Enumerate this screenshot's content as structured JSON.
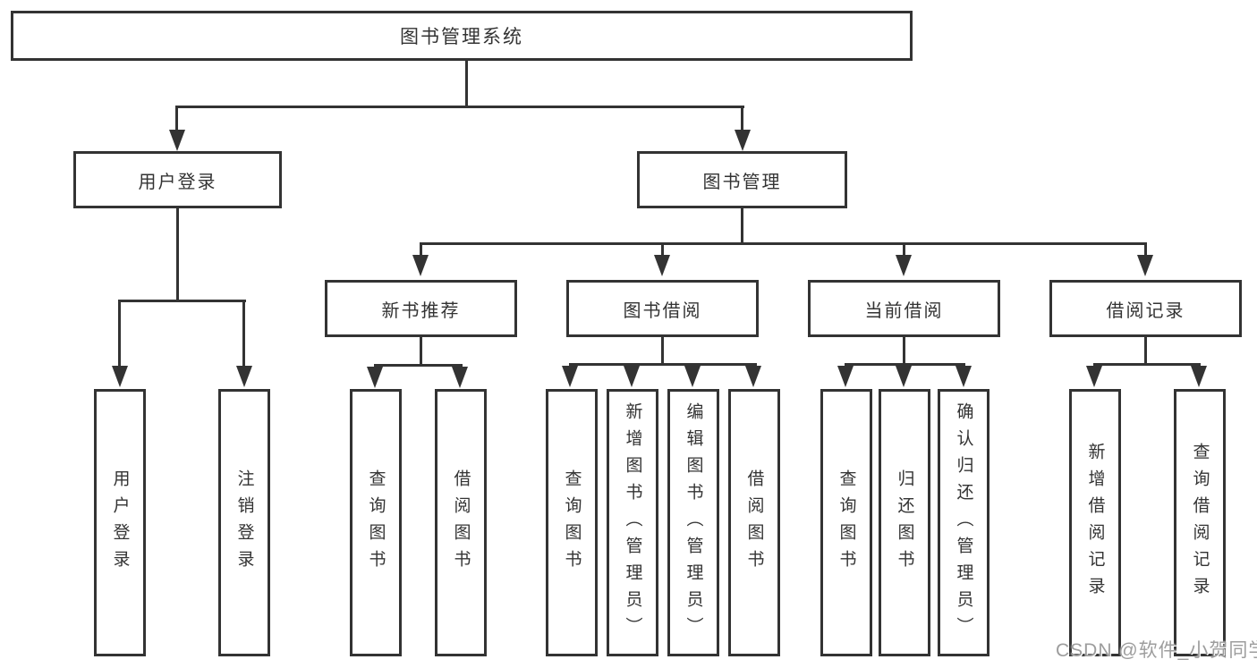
{
  "diagram": {
    "root": {
      "label": "图书管理系统"
    },
    "level2": [
      {
        "label": "用户登录"
      },
      {
        "label": "图书管理"
      }
    ],
    "level3": [
      {
        "label": "新书推荐"
      },
      {
        "label": "图书借阅"
      },
      {
        "label": "当前借阅"
      },
      {
        "label": "借阅记录"
      }
    ],
    "leaves": {
      "user_login": [
        "用户登录",
        "注销登录"
      ],
      "new_book": [
        "查询图书",
        "借阅图书"
      ],
      "book_borrow": [
        "查询图书",
        "新增图书（管理员）",
        "编辑图书（管理员）",
        "借阅图书"
      ],
      "current_borrow": [
        "查询图书",
        "归还图书",
        "确认归还（管理员）"
      ],
      "borrow_record": [
        "新增借阅记录",
        "查询借阅记录"
      ]
    }
  },
  "watermark": {
    "text": "CSDN @软件_小贺同学"
  },
  "colors": {
    "line": "#333333",
    "text": "#333333",
    "background": "#ffffff",
    "watermark": "#9d9d9d"
  }
}
